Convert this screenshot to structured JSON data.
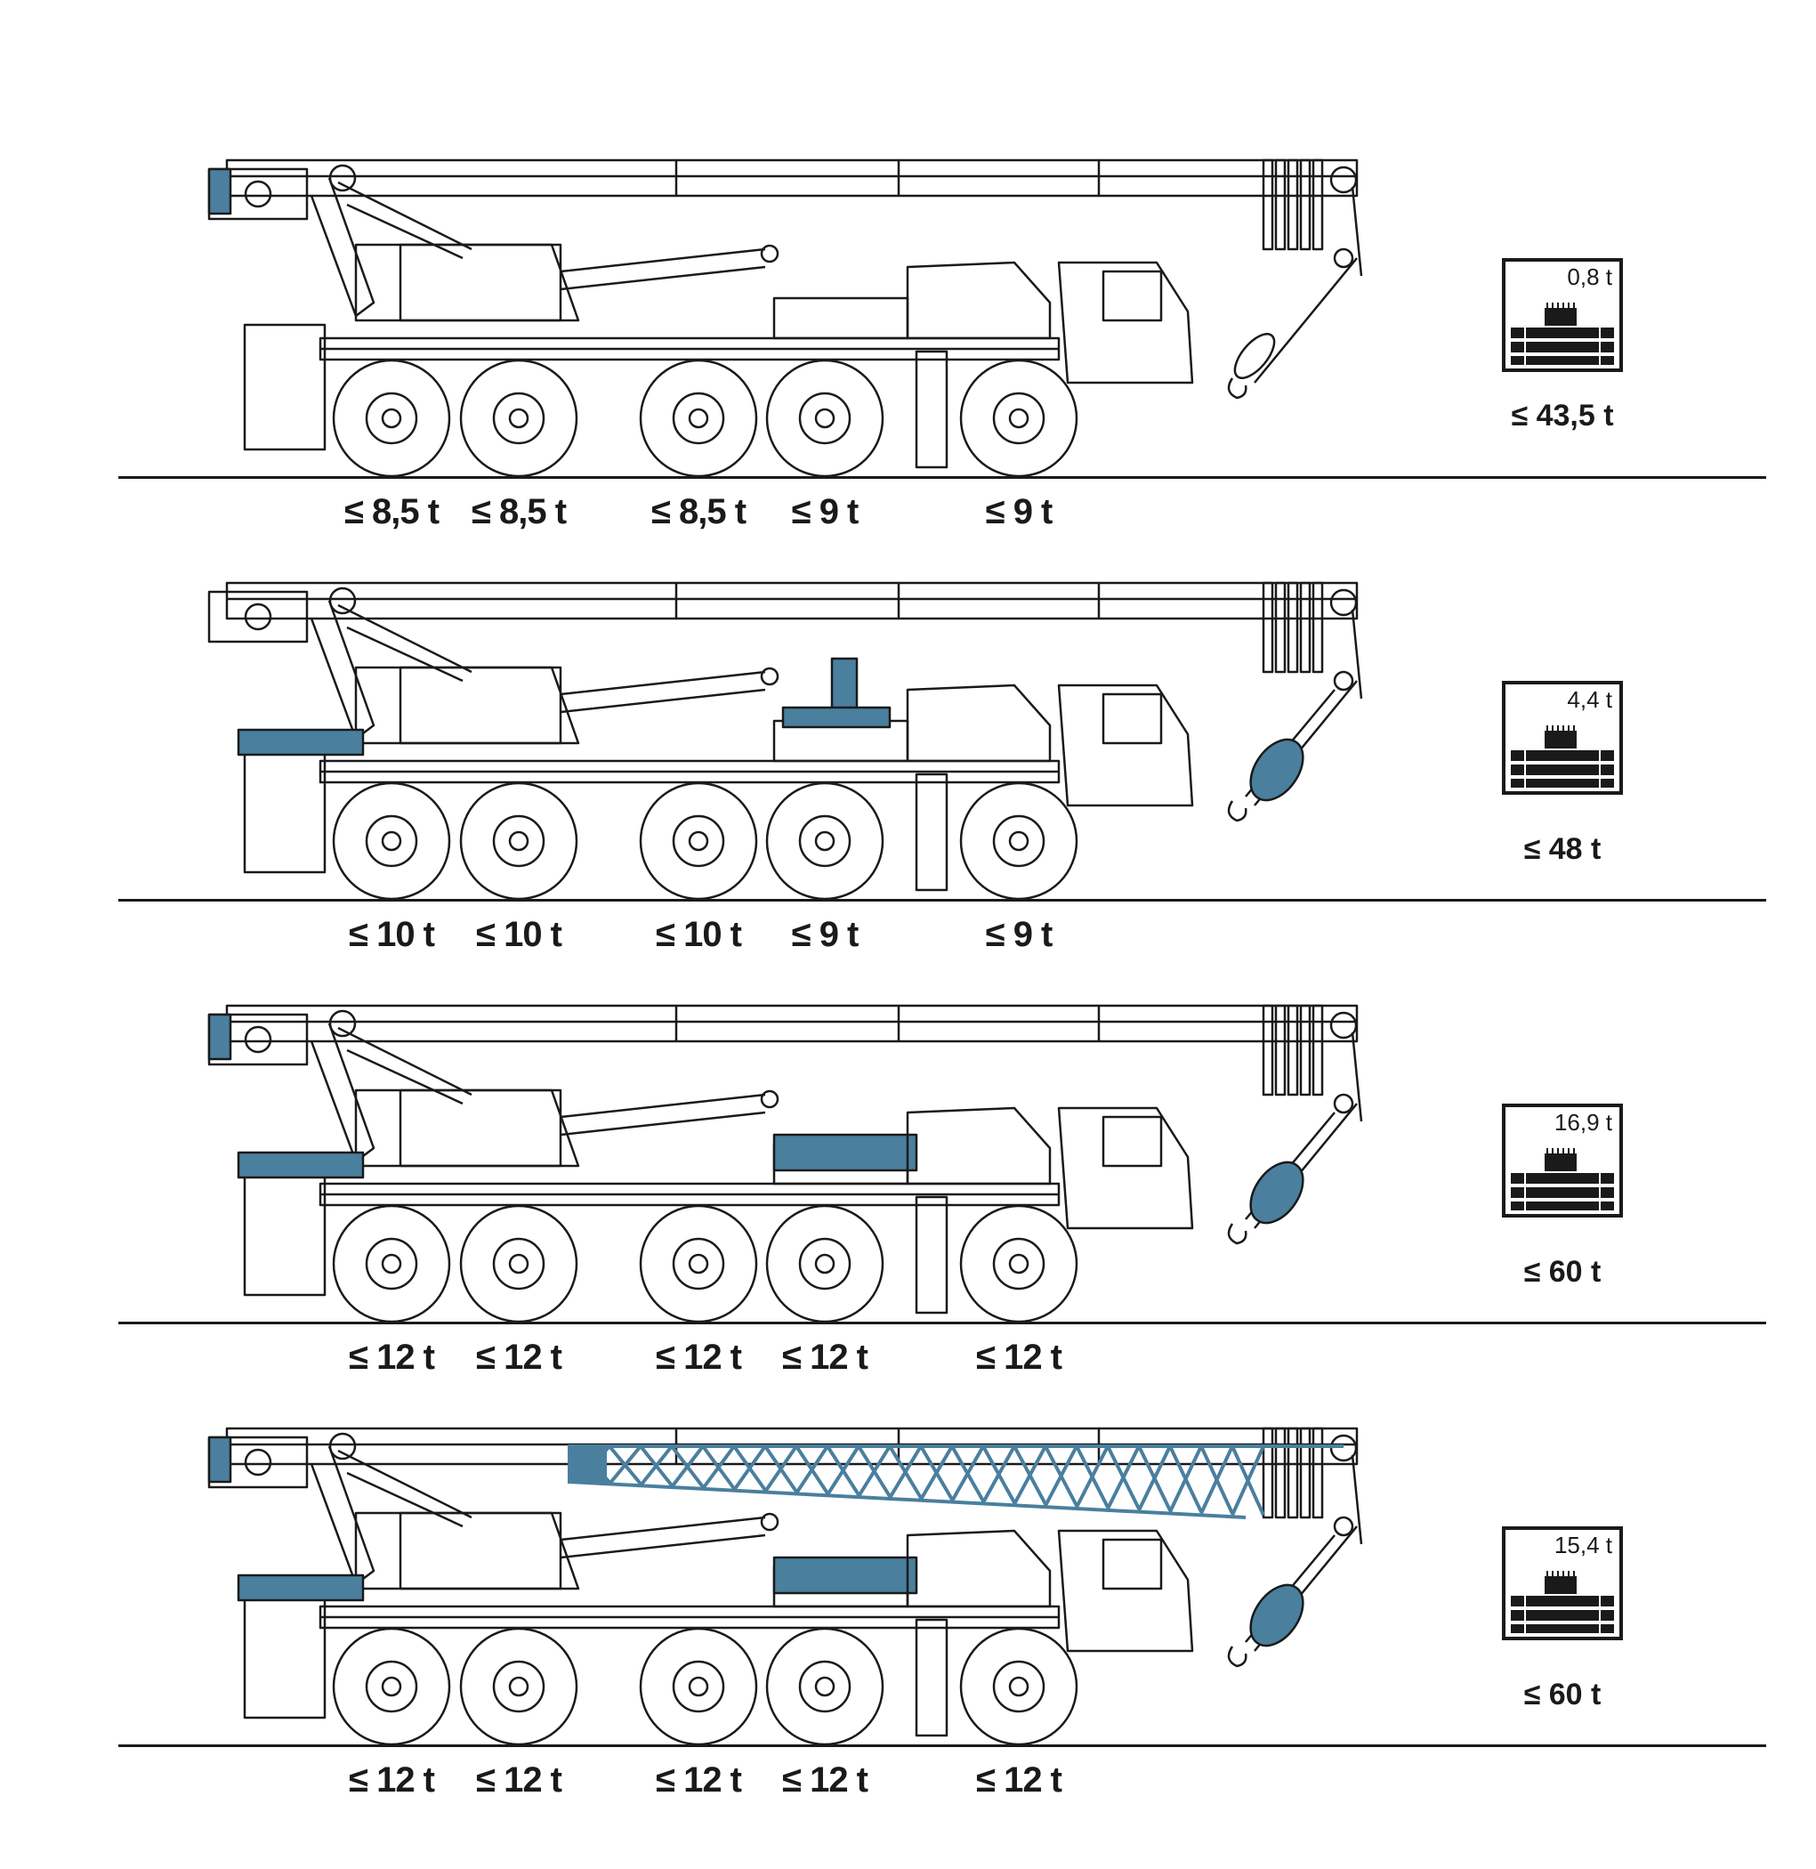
{
  "colors": {
    "line": "#1a1a1a",
    "accent": "#4a7f9e",
    "background": "#ffffff"
  },
  "configs": [
    {
      "id": "config-1",
      "axle_loads": [
        "≤ 8,5 t",
        "≤ 8,5 t",
        "≤ 8,5 t",
        "≤ 9 t",
        "≤ 9 t"
      ],
      "counterweight": "0,8 t",
      "total": "≤ 43,5 t",
      "highlights": [
        "boom-head-left"
      ]
    },
    {
      "id": "config-2",
      "axle_loads": [
        "≤ 10 t",
        "≤ 10 t",
        "≤ 10 t",
        "≤ 9 t",
        "≤ 9 t"
      ],
      "counterweight": "4,4 t",
      "total": "≤ 48 t",
      "highlights": [
        "rear-plate",
        "center-mount",
        "hook-block"
      ]
    },
    {
      "id": "config-3",
      "axle_loads": [
        "≤ 12 t",
        "≤ 12 t",
        "≤ 12 t",
        "≤ 12 t",
        "≤ 12 t"
      ],
      "counterweight": "16,9 t",
      "total": "≤ 60 t",
      "highlights": [
        "boom-head-left",
        "rear-plate",
        "center-block",
        "hook-block"
      ]
    },
    {
      "id": "config-4",
      "axle_loads": [
        "≤ 12 t",
        "≤ 12 t",
        "≤ 12 t",
        "≤ 12 t",
        "≤ 12 t"
      ],
      "counterweight": "15,4 t",
      "total": "≤ 60 t",
      "highlights": [
        "boom-head-left",
        "rear-plate",
        "center-block",
        "hook-block",
        "lattice-jib"
      ]
    }
  ]
}
